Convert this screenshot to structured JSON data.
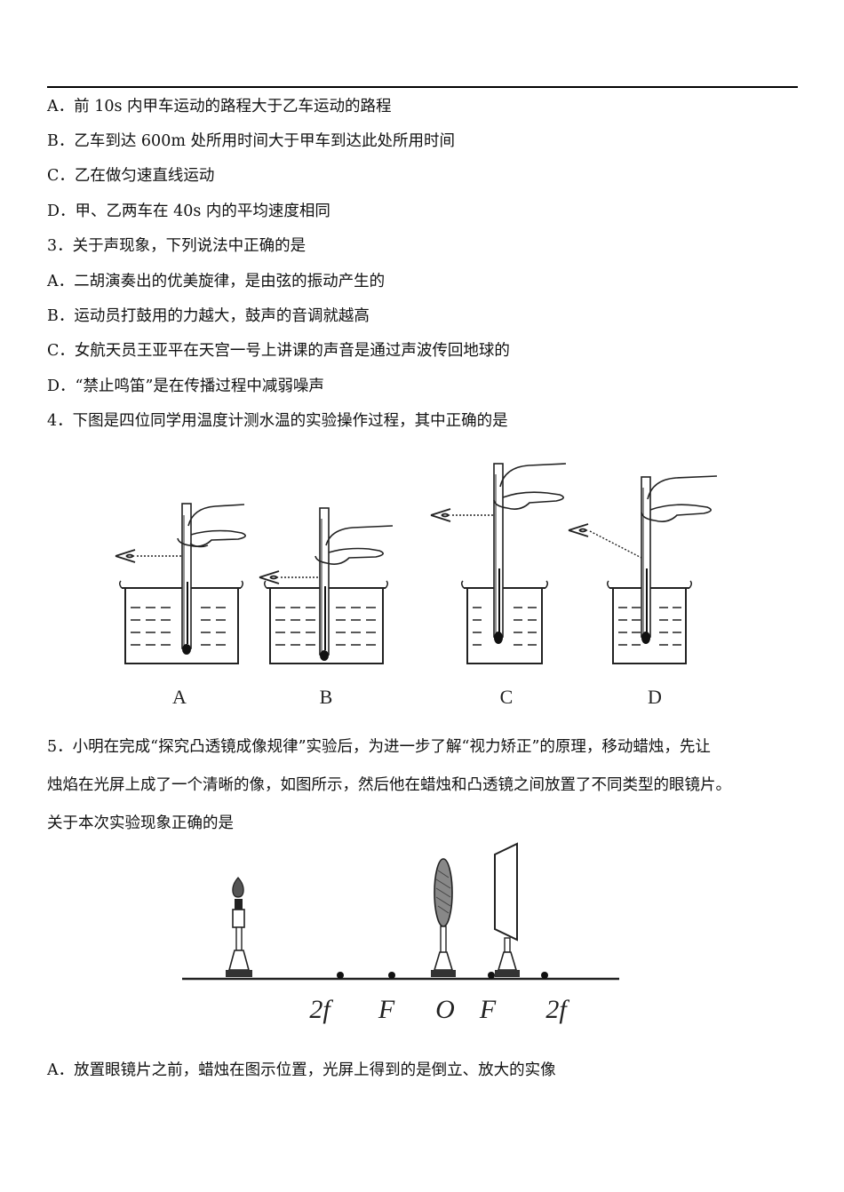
{
  "q2_options": [
    "A．前 10s 内甲车运动的路程大于乙车运动的路程",
    "B．乙车到达 600m 处所用时间大于甲车到达此处所用时间",
    "C．乙在做匀速直线运动",
    "D．甲、乙两车在 40s 内的平均速度相同"
  ],
  "q3": {
    "stem": "3．关于声现象，下列说法中正确的是",
    "options": [
      "A．二胡演奏出的优美旋律，是由弦的振动产生的",
      "B．运动员打鼓用的力越大，鼓声的音调就越高",
      "C．女航天员王亚平在天宫一号上讲课的声音是通过声波传回地球的",
      "D．“禁止鸣笛”是在传播过程中减弱噪声"
    ]
  },
  "q4": {
    "stem": "4．下图是四位同学用温度计测水温的实验操作过程，其中正确的是",
    "figure_labels": [
      "A",
      "B",
      "C",
      "D"
    ]
  },
  "q5": {
    "stem_lines": [
      "5．小明在完成“探究凸透镜成像规律”实验后，为进一步了解“视力矫正”的原理，移动蜡烛，先让",
      "烛焰在光屏上成了一个清晰的像，如图所示，然后他在蜡烛和凸透镜之间放置了不同类型的眼镜片。",
      "关于本次实验现象正确的是"
    ],
    "axis_labels": [
      "2f",
      "F",
      "O",
      "F",
      "2f"
    ],
    "options": [
      "A．放置眼镜片之前，蜡烛在图示位置，光屏上得到的是倒立、放大的实像"
    ]
  }
}
